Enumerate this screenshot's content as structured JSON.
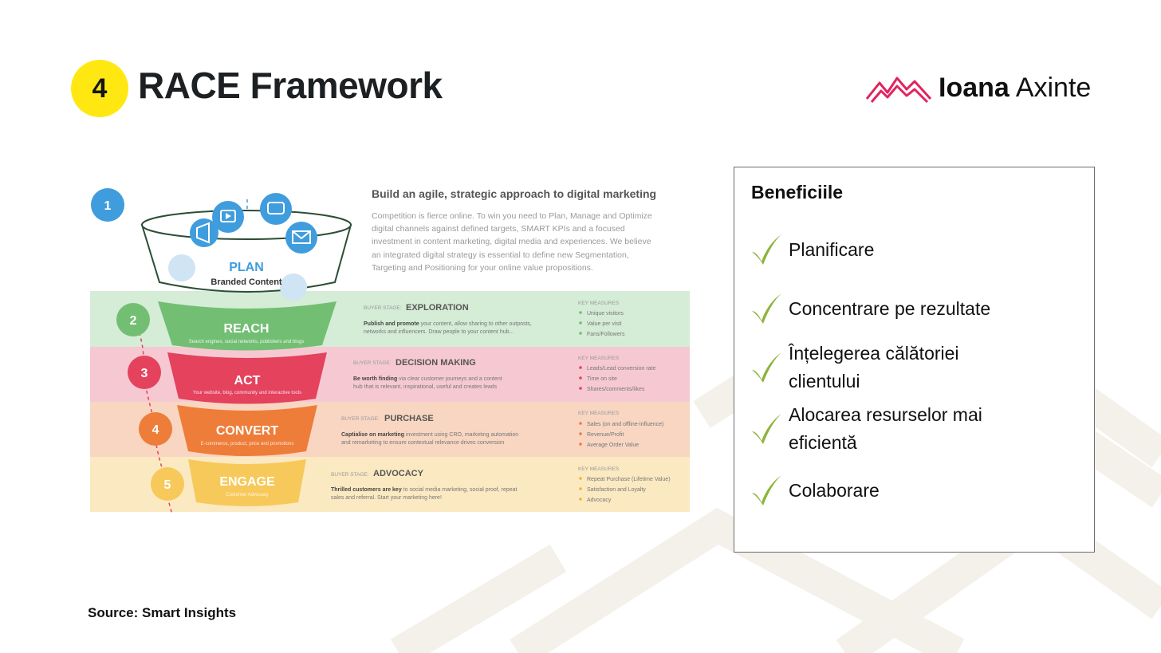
{
  "slide": {
    "number": "4",
    "title": "RACE Framework",
    "source": "Source: Smart Insights"
  },
  "brand": {
    "first_name": "Ioana",
    "last_name": "Axinte",
    "logo_icon": "mountain-lines-icon",
    "accent_color": "#e0245e"
  },
  "diagram": {
    "heading": "Build an agile, strategic approach to digital marketing",
    "intro_lines": [
      "Competition is fierce online. To win you need to Plan, Manage and Optimize",
      "digital channels against defined targets, SMART KPIs and a focused",
      "investment in content marketing, digital media and experiences. We believe",
      "an integrated digital strategy is essential to define new Segmentation,",
      "Targeting and Positioning for your online value propositions."
    ],
    "plan": {
      "number": "1",
      "label": "PLAN",
      "sub": "Branded Content",
      "color": "#3f9ddd"
    },
    "stages": [
      {
        "number": "2",
        "label": "REACH",
        "sub": "Search engines, social networks, publishers and blogs",
        "buyer_prefix": "BUYER STAGE:",
        "buyer_stage": "EXPLORATION",
        "desc_bold": "Publish and promote",
        "desc_rest": " your content, allow sharing to other outposts,",
        "desc_line2": "networks and influencers. Draw people to your content hub...",
        "measures_title": "KEY MEASURES",
        "measures": [
          "Unique visitors",
          "Value per visit",
          "Fans/Followers"
        ],
        "color": "#72bf73",
        "band_color": "#d5ecd6"
      },
      {
        "number": "3",
        "label": "ACT",
        "sub": "Your website, blog, community and interactive tools",
        "buyer_prefix": "BUYER STAGE:",
        "buyer_stage": "DECISION MAKING",
        "desc_bold": "Be worth finding",
        "desc_rest": " via clear customer journeys and a content",
        "desc_line2": "hub that is relevant, inspirational, useful and creates leads",
        "measures_title": "KEY MEASURES",
        "measures": [
          "Leads/Lead conversion rate",
          "Time on site",
          "Shares/comments/likes"
        ],
        "color": "#e4425d",
        "band_color": "#f6c9d2"
      },
      {
        "number": "4",
        "label": "CONVERT",
        "sub": "E-commerce, product, price and promotions",
        "buyer_prefix": "BUYER STAGE:",
        "buyer_stage": "PURCHASE",
        "desc_bold": "Captialise on marketing",
        "desc_rest": " investment using CRO, marketing automation",
        "desc_line2": "and remarketing to ensure contextual relevance drives conversion",
        "measures_title": "KEY MEASURES",
        "measures": [
          "Sales (on and offline-influence)",
          "Revenue/Profit",
          "Average Order Value"
        ],
        "color": "#ee7d3a",
        "band_color": "#f8d6c2"
      },
      {
        "number": "5",
        "label": "ENGAGE",
        "sub": "Customer Advocacy",
        "buyer_prefix": "BUYER STAGE:",
        "buyer_stage": "ADVOCACY",
        "desc_bold": "Thrilled customers are key",
        "desc_rest": " to social media marketing, social proof, repeat",
        "desc_line2": "sales and referral. Start your marketing here!",
        "measures_title": "KEY MEASURES",
        "measures": [
          "Repeat Purchase (Lifetime Value)",
          "Satisfaction and Loyalty",
          "Advocacy"
        ],
        "color": "#f7c95a",
        "band_color": "#fbe9c2"
      }
    ]
  },
  "benefits": {
    "title": "Beneficiile",
    "check_icon": "check-mark-icon",
    "check_color": "#8bb43a",
    "items": [
      {
        "lines": [
          "Planificare"
        ]
      },
      {
        "lines": [
          "Concentrare pe rezultate"
        ]
      },
      {
        "lines": [
          "Înțelegerea călătoriei",
          "clientului"
        ]
      },
      {
        "lines": [
          "Alocarea resurselor mai",
          "eficientă"
        ]
      },
      {
        "lines": [
          "Colaborare"
        ]
      }
    ]
  }
}
